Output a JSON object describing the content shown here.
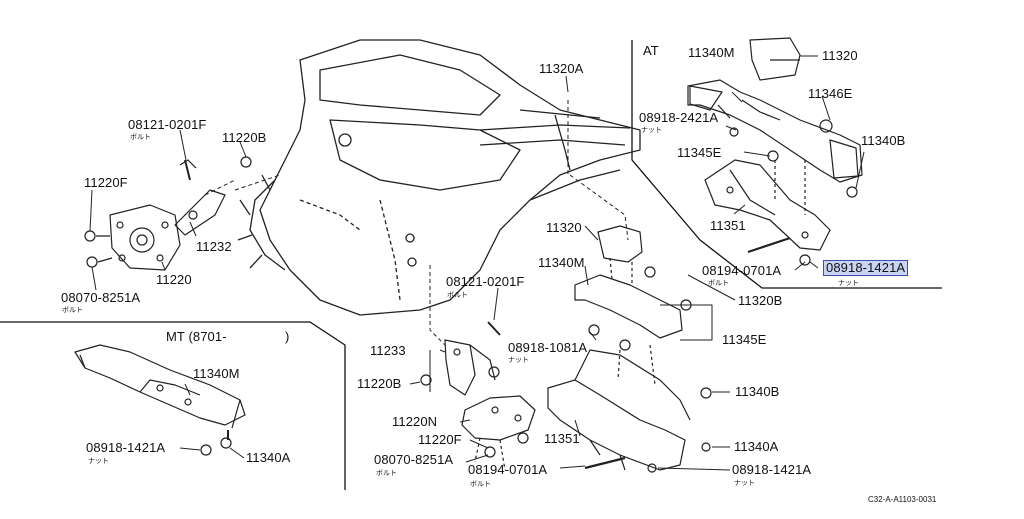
{
  "diagram": {
    "section_at": "AT",
    "section_mt": "MT (8701-",
    "section_mt_close": ")",
    "footer_code": "C32-A-A1103-0031",
    "sub_bolt": "ボルト",
    "sub_nut": "ナット",
    "labels": {
      "p_11320a": "11320A",
      "p_11340m_at": "11340M",
      "p_11320_at": "11320",
      "p_11346e": "11346E",
      "p_08918_2421a": "08918-2421A",
      "p_11345e_at": "11345E",
      "p_11340b_at": "11340B",
      "p_11351_at": "11351",
      "p_08194_0701a_at": "08194-0701A",
      "p_08918_1421a_at": "08918-1421A",
      "p_08121_0201f_l": "08121-0201F",
      "p_11220b_top": "11220B",
      "p_11220f_l": "11220F",
      "p_11232": "11232",
      "p_11220": "11220",
      "p_08070_8251a_l": "08070-8251A",
      "p_11320_mid": "11320",
      "p_11340m_mid": "11340M",
      "p_08121_0201f_c": "08121-0201F",
      "p_11320b": "11320B",
      "p_11345e_mid": "11345E",
      "p_08918_1081a": "08918-1081A",
      "p_11233": "11233",
      "p_11220b_mid": "11220B",
      "p_11340b_low": "11340B",
      "p_11220n": "11220N",
      "p_11220f_c": "11220F",
      "p_11351_low": "11351",
      "p_11340a_right": "11340A",
      "p_08070_8251a_c": "08070-8251A",
      "p_08194_0701a_low": "08194-0701A",
      "p_08918_1421a_low": "08918-1421A",
      "p_11340m_mt": "11340M",
      "p_08918_1421a_mt": "08918-1421A",
      "p_11340a_mt": "11340A"
    }
  }
}
